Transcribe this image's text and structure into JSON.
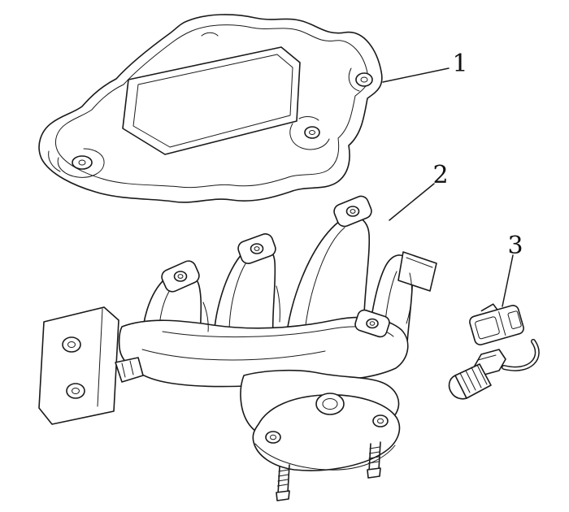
{
  "diagram": {
    "background_color": "#ffffff",
    "line_color": "#1a1a1a",
    "callouts": [
      {
        "label": "1",
        "part": "heat-shield"
      },
      {
        "label": "2",
        "part": "exhaust-manifold"
      },
      {
        "label": "3",
        "part": "oxygen-sensor"
      }
    ]
  }
}
